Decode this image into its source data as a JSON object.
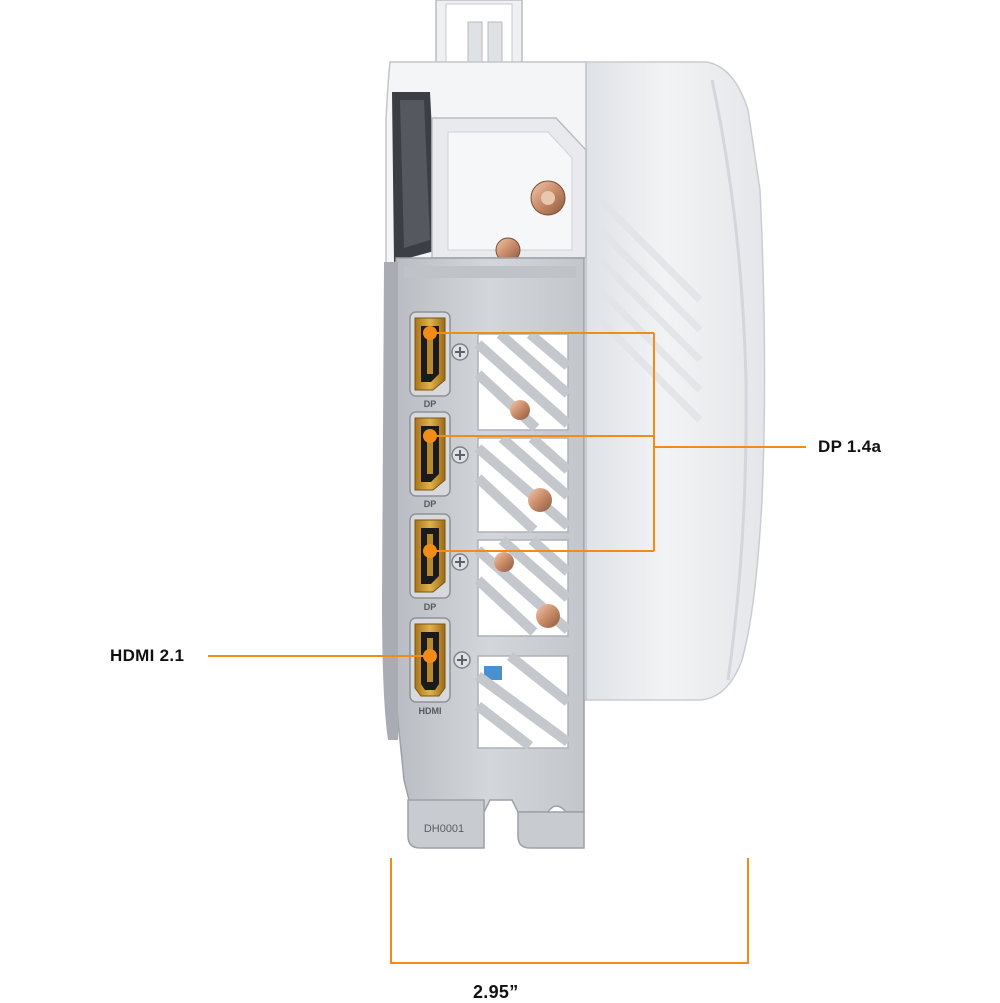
{
  "callouts": {
    "dp": {
      "label": "DP 1.4a",
      "count": 3
    },
    "hdmi": {
      "label": "HDMI 2.1",
      "count": 1
    }
  },
  "dimension": {
    "label": "2.95”"
  },
  "port_labels": {
    "dp": "DP",
    "hdmi": "HDMI"
  },
  "bracket_code": "DH0001",
  "colors": {
    "accent": "#f28c18",
    "port_gold": "#c8962e",
    "bracket": "#c9ccd1",
    "shroud": "#e9ebee",
    "background": "#ffffff"
  }
}
